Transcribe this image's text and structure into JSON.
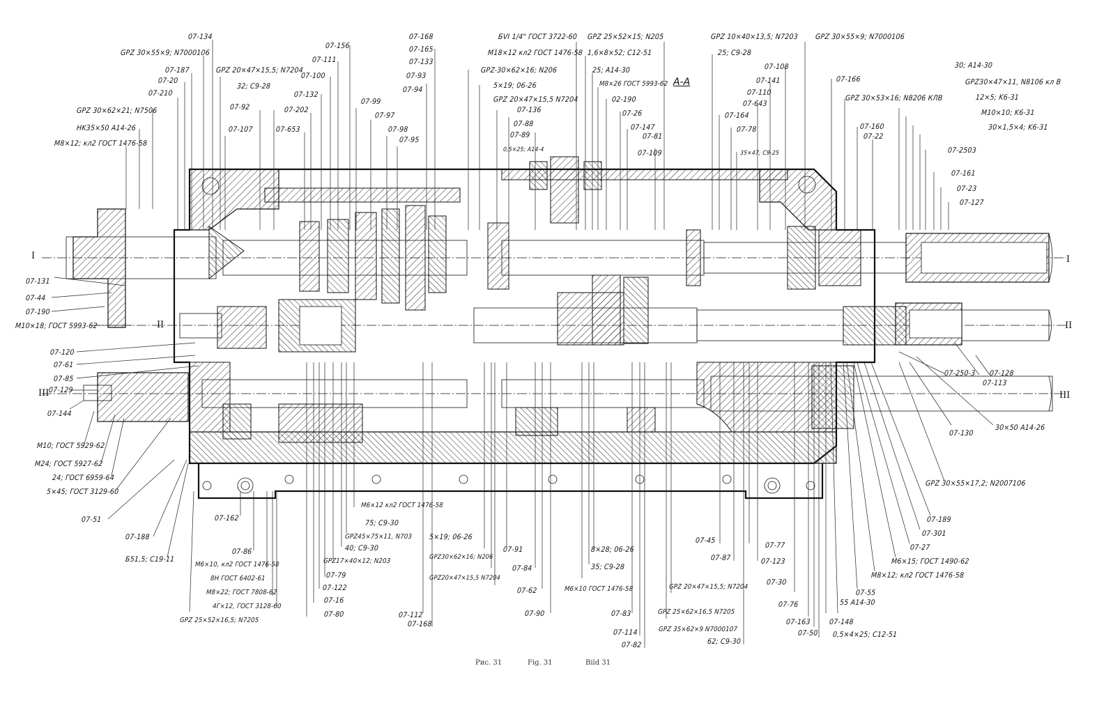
{
  "figure": {
    "section_mark": "A-A",
    "caption": {
      "ru": "Рис. 31",
      "en": "Fig. 31",
      "de": "Bild 31"
    },
    "shaft_marks": {
      "I": "I",
      "II": "II",
      "III": "III"
    }
  },
  "labels_top": [
    "07-134",
    "GPZ 30×55×9; N7000106",
    "07-187",
    "07-20",
    "07-210",
    "GPZ 30×62×21; N7506",
    "HK35×50 A14-26",
    "M8×12; кл2 ГОСТ 1476-58",
    "GPZ 20×47×15,5; N7204",
    "32; C9-28",
    "07-92",
    "07-107",
    "07-653",
    "07-202",
    "07-132",
    "07-100",
    "07-111",
    "07-156",
    "07-99",
    "07-97",
    "07-98",
    "07-95",
    "07-168",
    "07-165",
    "07-133",
    "07-93",
    "07-94",
    "БVI 1/4\" ГОСТ 3722-60",
    "M18×12 кл2 ГОСТ 1476-58",
    "GPZ-30×62×16; N206",
    "5×19; 06-26",
    "GPZ 20×47×15,5 N7204",
    "07-136",
    "07-88",
    "07-89",
    "0,5×25; A14-4",
    "GPZ 25×52×15; N205",
    "1,6×8×52; C12-51",
    "25; A14-30",
    "M8×26 ГОСТ 5993-62",
    "02-190",
    "07-26",
    "07-147",
    "07-81",
    "07-109",
    "GPZ 10×40×13,5; N7203",
    "25; C9-28",
    "07-108",
    "07-141",
    "07-110",
    "07-643",
    "07-164",
    "07-78",
    "35×47; C9-25",
    "GPZ 30×55×9; N7000106",
    "07-166",
    "GPZ 30×53×16; N8206 КЛВ",
    "07-160",
    "07-22",
    "30; A14-30",
    "GPZ30×47×11, N8106 кл B",
    "12×5; K6-31",
    "M10×10; K6-31",
    "30×1,5×4; K6-31",
    "07-2503",
    "07-161",
    "07-23",
    "07-127"
  ],
  "labels_left": [
    "07-131",
    "07-44",
    "07-190",
    "M10×18; ГОСТ 5993-62",
    "07-120",
    "07-61",
    "07-85",
    "07-129",
    "07-144",
    "M10; ГОСТ 5929-62",
    "M24; ГОСТ 5927-62",
    "24; ГОСТ 6959-64",
    "5×45; ГОСТ 3129-60",
    "07-51",
    "07-188",
    "Б51,5; C19-11"
  ],
  "labels_bottom": [
    "07-162",
    "07-86",
    "M6×10, кл2 ГОСТ 1476-58",
    "8H ГОСТ 6402-61",
    "M8×22; ГОСТ 7808-62",
    "4Г×12, ГОСТ 3128-60",
    "GPZ 25×52×16,5; N7205",
    "M6×12 кл2 ГОСТ 1476-58",
    "75; C9-30",
    "GPZ45×75×11, N703",
    "40; C9-30",
    "GPZ17×40×12; N203",
    "07-79",
    "07-122",
    "07-16",
    "07-80",
    "5×19; 06-26",
    "GPZ30×62×16; N206",
    "GPZ20×47×15,5 N7204",
    "07-112",
    "07-168",
    "07-91",
    "07-84",
    "07-62",
    "07-90",
    "8×28; 06-26",
    "35; C9-28",
    "M6×10 ГОСТ 1476-58",
    "07-83",
    "07-114",
    "07-82",
    "07-45",
    "07-87",
    "GPZ 20×47×15,5; N7204",
    "GPZ 25×62×16,5 N7205",
    "GPZ 35×62×9 N7000107",
    "62; C9-30",
    "07-77",
    "07-123",
    "07-30",
    "07-76",
    "07-163",
    "07-50",
    "07-148",
    "0,5×4×25; C12-51",
    "55 A14-30"
  ],
  "labels_right": [
    "07-250-3",
    "07-128",
    "07-113",
    "07-130",
    "30×50 A14-26",
    "GPZ 30×55×17,2; N2007106",
    "07-189",
    "07-301",
    "07-27",
    "M6×15; ГОСТ 1490-62",
    "M8×12; кл2 ГОСТ 1476-58",
    "07-55"
  ]
}
